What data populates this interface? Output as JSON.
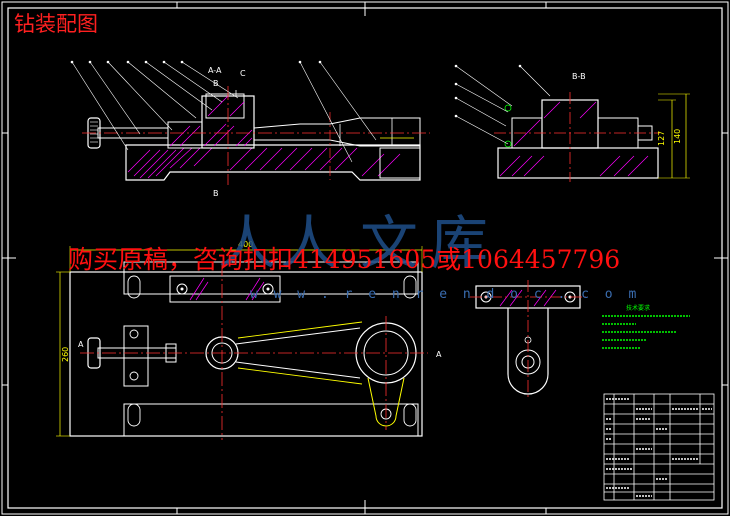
{
  "drawing": {
    "title": "钻装配图",
    "banner": "购买原稿，咨询扣扣414951605或1064457796",
    "watermark_url": "w w w . r e n r e n d o c . c o m",
    "watermark_glyphs": [
      "人",
      "人",
      "文",
      "库"
    ],
    "section_labels": {
      "aa": "A-A",
      "bb": "B-B",
      "b_top": "B",
      "b_bottom": "B",
      "c_mark": "C",
      "a_left": "A",
      "a_right": "A"
    },
    "dimensions": {
      "width_top": "400",
      "height_left": "260",
      "height_127": "127",
      "height_140": "140"
    },
    "tech_requirements_title": "技术要求",
    "colors": {
      "background": "#000000",
      "outline": "#ffffff",
      "dimension": "#ffff00",
      "centerline": "#ff3030",
      "hatch": "#ff00ff",
      "text_green": "#00ff00",
      "title_red": "#ff2020"
    }
  }
}
